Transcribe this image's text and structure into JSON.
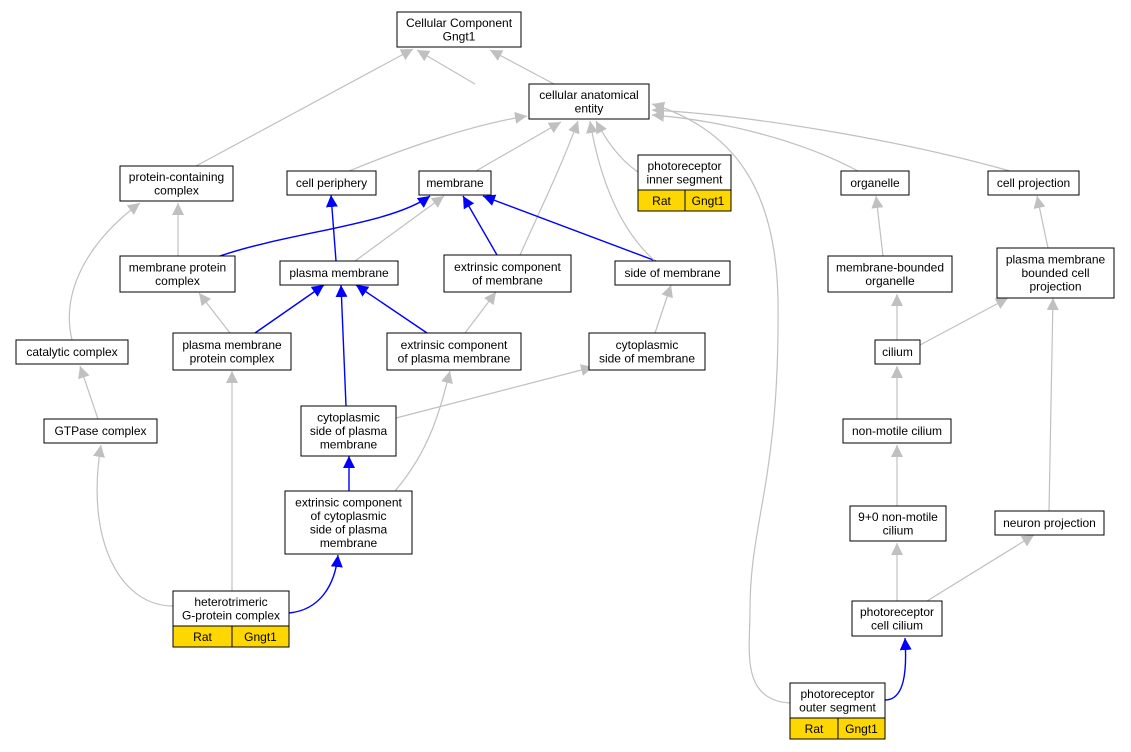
{
  "colors": {
    "is_a_edge": "#c0c0c0",
    "part_of_edge": "#0000ff",
    "annotation_fill": "#ffd700",
    "node_border": "#000000"
  },
  "nodes": {
    "cc_gngt1": [
      "Cellular Component",
      "Gngt1"
    ],
    "cae": [
      "cellular anatomical",
      "entity"
    ],
    "pcc": [
      "protein-containing",
      "complex"
    ],
    "cp": [
      "cell periphery"
    ],
    "mem": [
      "membrane"
    ],
    "pis": [
      "photoreceptor",
      "inner segment"
    ],
    "org": [
      "organelle"
    ],
    "cproj": [
      "cell projection"
    ],
    "mpc": [
      "membrane protein",
      "complex"
    ],
    "pm": [
      "plasma membrane"
    ],
    "ecm": [
      "extrinsic component",
      "of membrane"
    ],
    "som": [
      "side of membrane"
    ],
    "mbo": [
      "membrane-bounded",
      "organelle"
    ],
    "pmbcp": [
      "plasma membrane",
      "bounded cell",
      "projection"
    ],
    "cat": [
      "catalytic complex"
    ],
    "pmpc": [
      "plasma membrane",
      "protein complex"
    ],
    "ecpm": [
      "extrinsic component",
      "of plasma membrane"
    ],
    "csom": [
      "cytoplasmic",
      "side of membrane"
    ],
    "cil": [
      "cilium"
    ],
    "gtp": [
      "GTPase complex"
    ],
    "cspm": [
      "cytoplasmic",
      "side of plasma",
      "membrane"
    ],
    "nmc": [
      "non-motile cilium"
    ],
    "ecc": [
      "extrinsic component",
      "of cytoplasmic",
      "side of plasma",
      "membrane"
    ],
    "n90": [
      "9+0 non-motile",
      "cilium"
    ],
    "np": [
      "neuron projection"
    ],
    "hgp": [
      "heterotrimeric",
      "G-protein complex"
    ],
    "pcil": [
      "photoreceptor",
      "cell cilium"
    ],
    "pos": [
      "photoreceptor",
      "outer segment"
    ]
  },
  "annotations": {
    "pis": [
      "Rat",
      "Gngt1"
    ],
    "hgp": [
      "Rat",
      "Gngt1"
    ],
    "pos": [
      "Rat",
      "Gngt1"
    ]
  }
}
